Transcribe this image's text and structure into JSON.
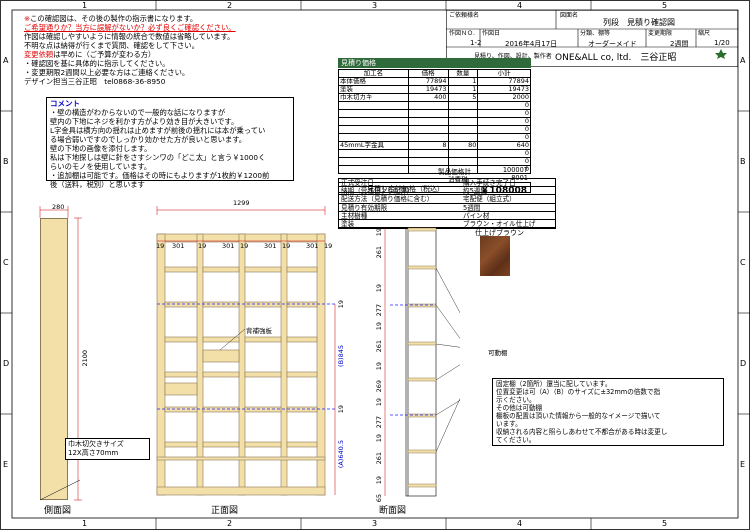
{
  "grid": {
    "columns": [
      "1",
      "2",
      "3",
      "4",
      "5"
    ],
    "rows": [
      "A",
      "B",
      "C",
      "D",
      "E"
    ]
  },
  "notes": {
    "line1_mark": "※",
    "line1": "この確認図は、その後の製作の指示書になります。",
    "line2a": "ご希望通りか？当方に誤解がないか？",
    "line2b": "必ず良くご確認ください。",
    "line3": "作図は確認しやすいように情報の統合で数値は省略しています。",
    "line4": "不明な点は納得が行くまで質問、確認をして下さい。",
    "line5a": "変更依頼",
    "line5b": "は早めに",
    "line5c": "（ご予算が変わる方）",
    "line6": "・確認図を基に具体的に指示してください。",
    "line7": "・変更期限2週間以上必要な方はご連絡ください。",
    "line8": "デザイン担当三谷正昭　tel0868-36-8950"
  },
  "comment": {
    "title": "コメント",
    "lines": [
      "・壁の構造がわからないので一般的な話になりますが",
      "壁内の下地にネジを利かす方がより効き目が大きいです。",
      "L字金具は横方向の揺れは止めますが前後の揺れには本が乗ってい",
      "る場合弱いですのでしっかり効かせた方が良いと思います。",
      "壁の下地の画像を添付します。",
      "私は下地探しは壁に針をさすシンワの「どこ太」と言う￥1000く",
      "らいのモノを使用しています。",
      "・追加棚は可能です。価格はその時にもよりますが1枚約￥1200前",
      "後（送料，税別）と思います"
    ]
  },
  "title_block": {
    "client_label": "ご依頼様名",
    "drawing_name_label": "図面名",
    "drawing_name": "列段　見積り確認図",
    "drawing_no_label": "作図ＮＯ.",
    "drawing_no": "1-2",
    "date_label": "作図日",
    "date": "2016年4月17日",
    "category_label": "分類、棚等",
    "category": "オーダーメイド",
    "deadline_label": "変更期限",
    "deadline": "2週間",
    "scale_label": "縮尺",
    "scale": "1/20",
    "maker_label": "見積り、作図、設計、製作者",
    "maker": "ONE&ALL co, ltd.　三谷正昭"
  },
  "estimate": {
    "title": "見積り価格",
    "headers": [
      "加工名",
      "価格",
      "数量",
      "小計"
    ],
    "rows": [
      [
        "本体価格",
        "77894",
        "1",
        "77894"
      ],
      [
        "塗装",
        "19473",
        "1",
        "19473"
      ],
      [
        "巾木切カキ",
        "400",
        "5",
        "2000"
      ],
      [
        "",
        "",
        "",
        "0"
      ],
      [
        "",
        "",
        "",
        "0"
      ],
      [
        "",
        "",
        "",
        "0"
      ],
      [
        "",
        "",
        "",
        "0"
      ],
      [
        "",
        "",
        "",
        "0"
      ],
      [
        "45mmL字金具",
        "8",
        "80",
        "640"
      ],
      [
        "",
        "",
        "",
        "0"
      ],
      [
        "",
        "",
        "",
        "0"
      ],
      [
        "",
        "",
        "",
        "0"
      ]
    ],
    "subtotal_label": "製品価格計",
    "subtotal": "100007",
    "tax_label": "消費税",
    "tax": "8001",
    "total_label": "見積り合計価格（税込）",
    "total": "￥108008"
  },
  "info": [
    [
      "正式受注日",
      "購入手続き完了日"
    ],
    [
      "納期（受注日より起算）",
      "約5週間"
    ],
    [
      "配送方法（見積り価格に含む）",
      "宅配便（組立式）"
    ],
    [
      "見積り有効期限",
      "5週間"
    ],
    [
      "主材樹種",
      "パイン材"
    ],
    [
      "塗装",
      "ブラウン・オイル仕上げ"
    ]
  ],
  "swatch_label": "仕上げブラウン",
  "drawing": {
    "side_label": "側面図",
    "front_label": "正面図",
    "section_label": "断面図",
    "side_depth": "280",
    "side_height": "2100",
    "kick_note_1": "巾木切欠きサイズ",
    "kick_note_2": "12X高さ70mm",
    "front_width": "1299",
    "col_dims": [
      "19",
      "301",
      "19",
      "301",
      "19",
      "301",
      "19",
      "301",
      "19"
    ],
    "back_brace": "背補強板",
    "b_dim": "(B)845",
    "a_dim": "(A)640.5",
    "section_dims": [
      "19",
      "261",
      "19",
      "277",
      "19",
      "261",
      "19",
      "269",
      "19",
      "277",
      "19",
      "261",
      "19",
      "65"
    ],
    "movable_shelf": "可動棚",
    "fixed_note": [
      "固定棚（2箇所）還当に配しています。",
      "位置変更は可（A）（B）のサイズに±32mmの倍数で指",
      "示ください。",
      "その他は可動棚",
      "棚板の配置は頂いた情報から一般的なイメージで描いて",
      "います。",
      "収納される内容と照らしあわせて不都合がある時は変更し",
      "てください。"
    ]
  }
}
